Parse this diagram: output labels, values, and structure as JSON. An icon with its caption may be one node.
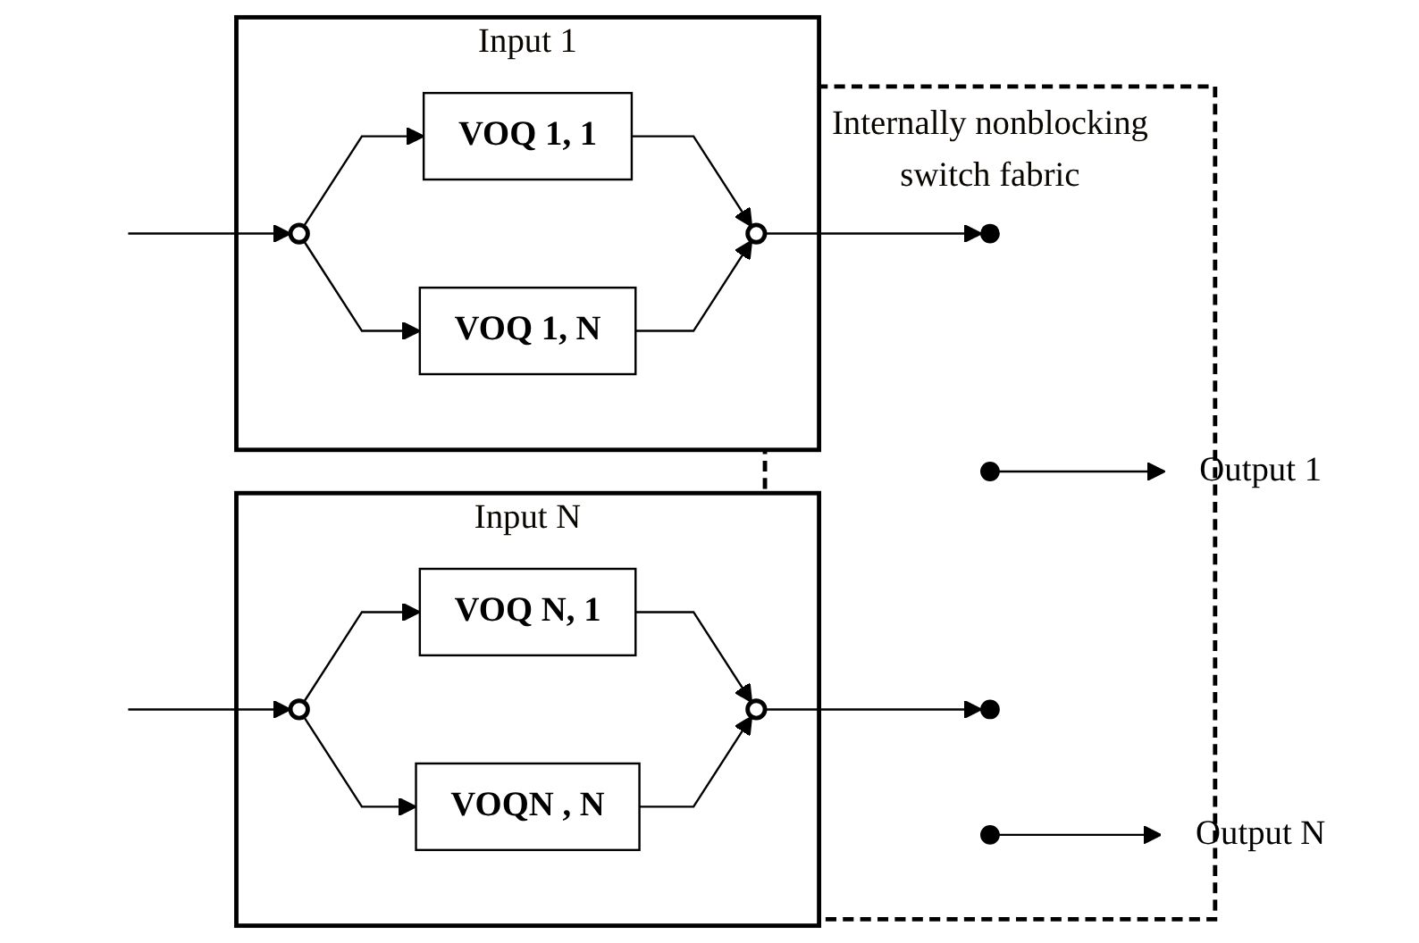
{
  "diagram": {
    "nodes": [
      {
        "text": [
          "Input 1"
        ]
      },
      {
        "text": [],
        "shape": "circle",
        "in": 0
      },
      {
        "text": [
          "VOQ 1, 1"
        ],
        "in": 0
      },
      {
        "text": [
          "VOQ 1, N"
        ],
        "in": 0
      },
      {
        "text": [],
        "shape": "circle",
        "in": 0
      },
      {
        "text": [
          "Input N"
        ]
      },
      {
        "text": [],
        "shape": "circle",
        "in": 5
      },
      {
        "text": [
          "VOQ N, 1"
        ],
        "in": 5
      },
      {
        "text": [
          "VOQN , N"
        ],
        "in": 5
      },
      {
        "text": [],
        "shape": "circle",
        "in": 5
      },
      {
        "text": [
          "Internally nonblocking switch fabric"
        ]
      },
      {
        "text": [],
        "shape": "circle",
        "in": 10
      },
      {
        "text": [],
        "shape": "circle",
        "in": 10
      },
      {
        "text": [],
        "shape": "circle",
        "in": 10
      },
      {
        "text": [],
        "shape": "circle",
        "in": 10
      },
      {
        "text": [
          "Output 1"
        ]
      },
      {
        "text": [
          "Output N"
        ]
      }
    ],
    "edges": [
      {
        "from": null,
        "to": 1,
        "arrow": "to"
      },
      {
        "from": 1,
        "to": 2,
        "arrow": "to"
      },
      {
        "from": 1,
        "to": 3,
        "arrow": "to"
      },
      {
        "from": 2,
        "to": 4,
        "arrow": "to"
      },
      {
        "from": 3,
        "to": 4,
        "arrow": "to"
      },
      {
        "from": 4,
        "to": 11,
        "arrow": "to"
      },
      {
        "from": null,
        "to": 6,
        "arrow": "to"
      },
      {
        "from": 6,
        "to": 7,
        "arrow": "to"
      },
      {
        "from": 6,
        "to": 8,
        "arrow": "to"
      },
      {
        "from": 7,
        "to": 9,
        "arrow": "to"
      },
      {
        "from": 8,
        "to": 9,
        "arrow": "to"
      },
      {
        "from": 9,
        "to": 13,
        "arrow": "to"
      },
      {
        "from": 12,
        "to": 15,
        "arrow": "to"
      },
      {
        "from": 14,
        "to": 16,
        "arrow": "to"
      }
    ]
  }
}
